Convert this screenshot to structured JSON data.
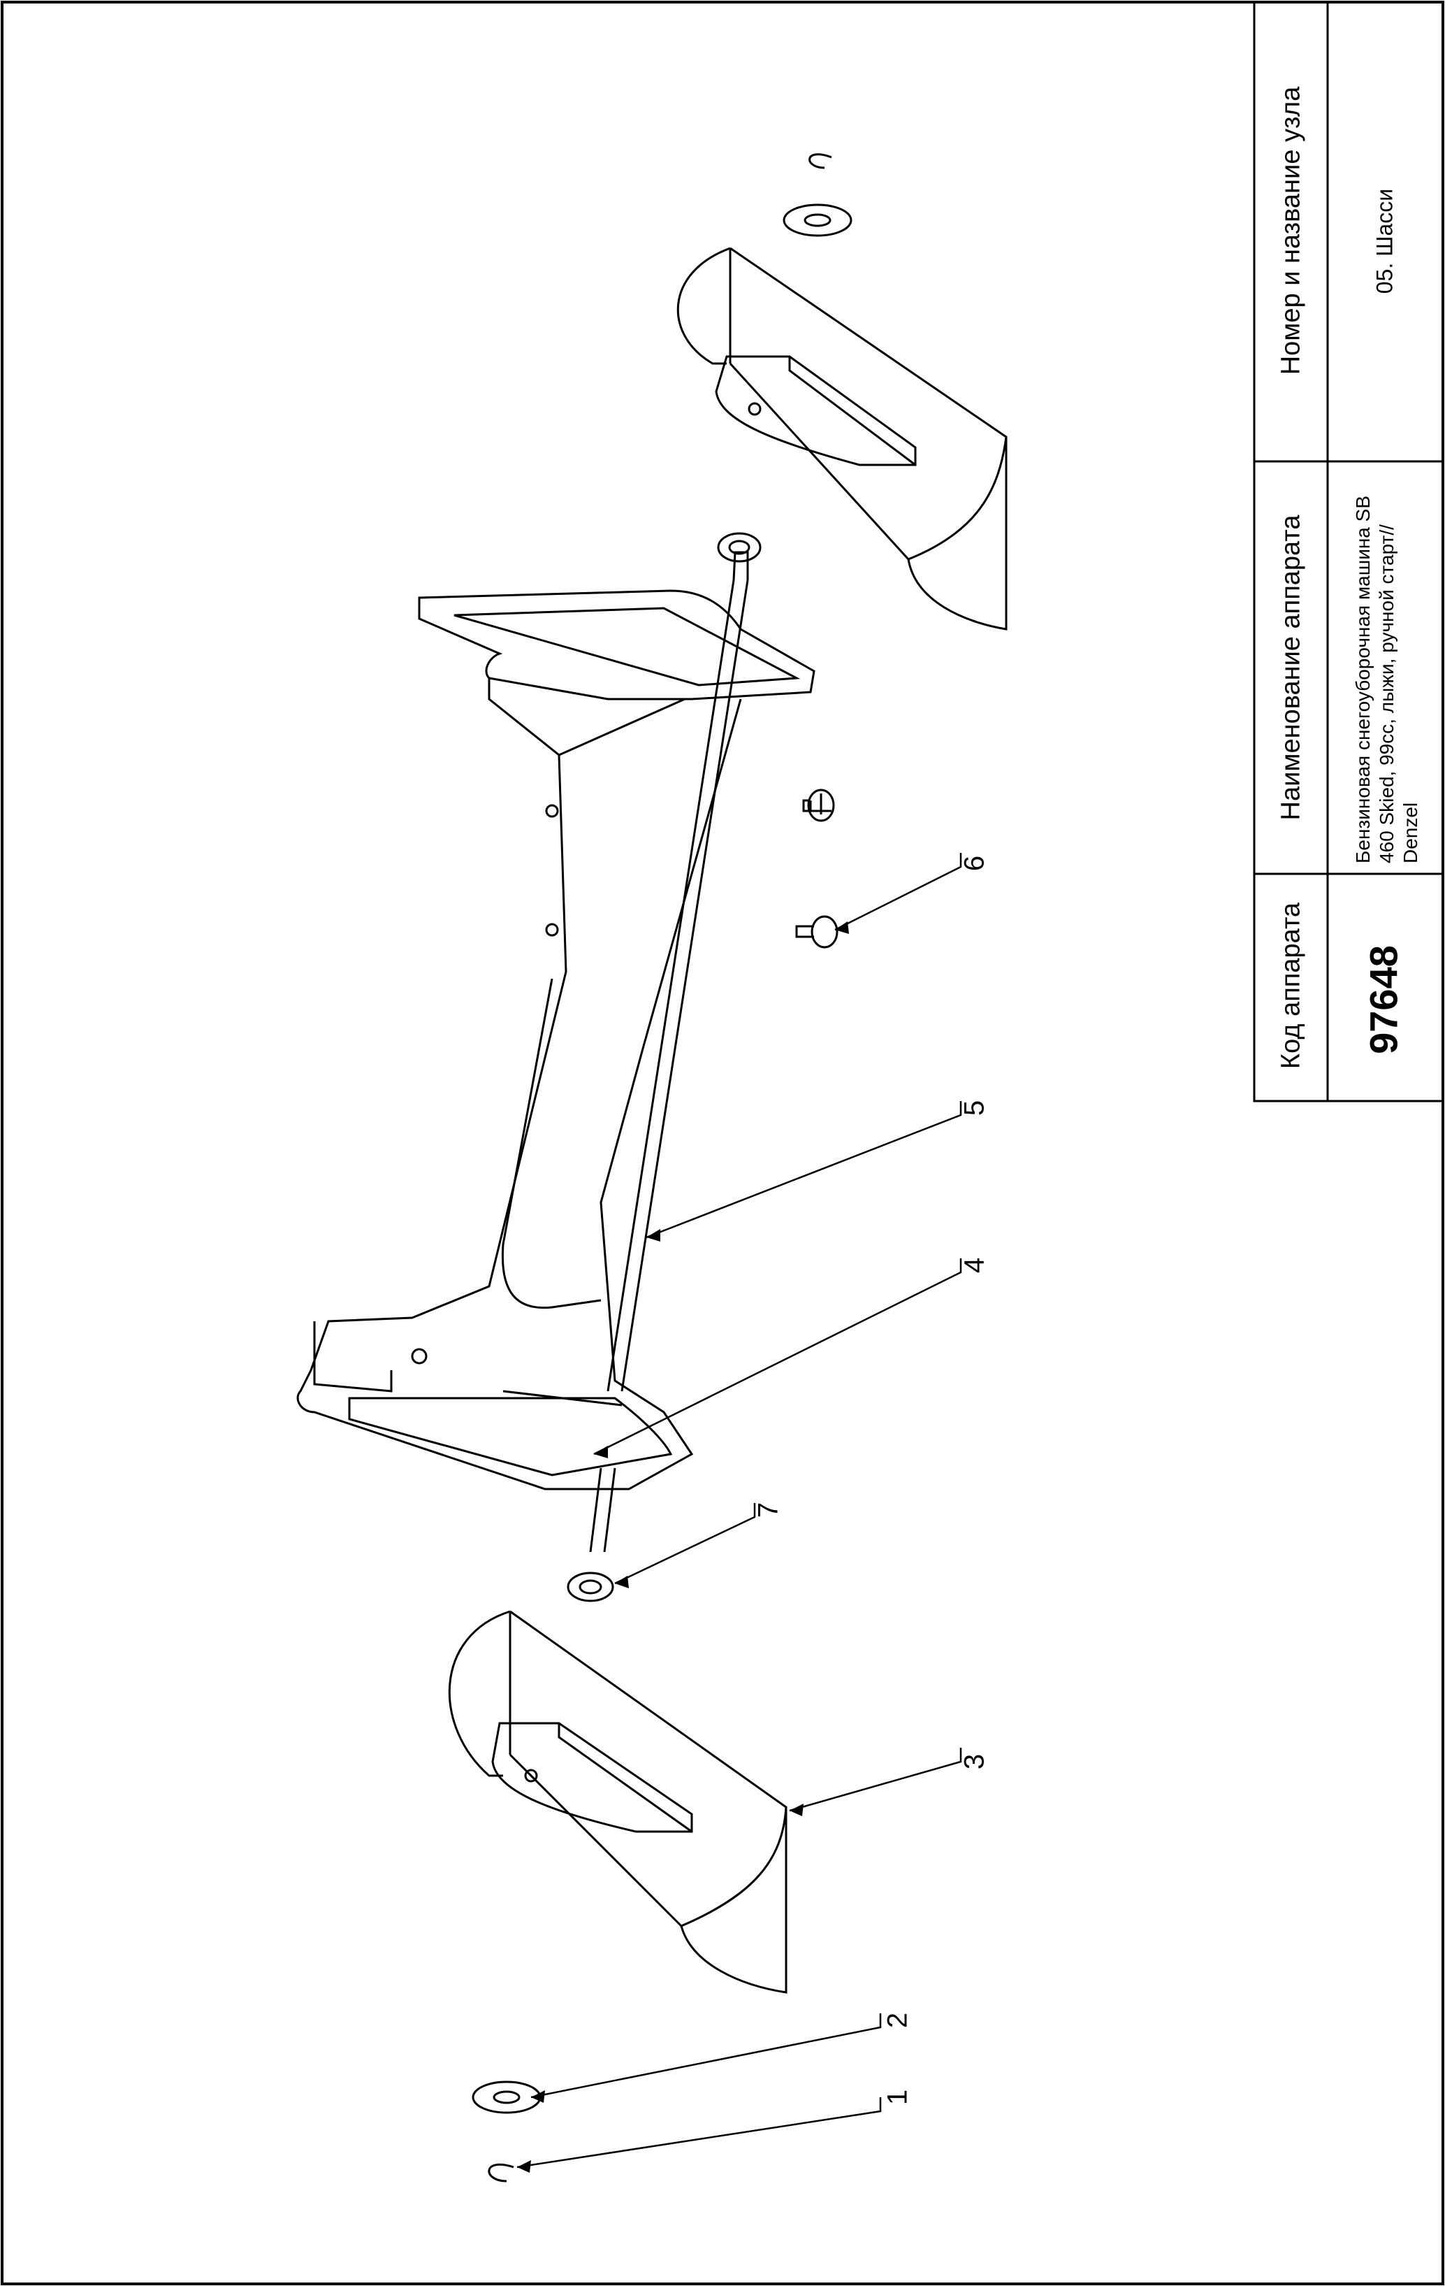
{
  "title_block": {
    "code_header": "Код аппарата",
    "code_value": "97648",
    "device_header": "Наименование аппарата",
    "device_name": "Бензиновая снегоуборочная машина SB 460 Skied, 99cc, лыжи, ручной старт// Denzel",
    "node_header": "Номер и название узла",
    "node_name": "05. Шасси"
  },
  "callouts": [
    "1",
    "2",
    "3",
    "4",
    "5",
    "6",
    "7"
  ]
}
